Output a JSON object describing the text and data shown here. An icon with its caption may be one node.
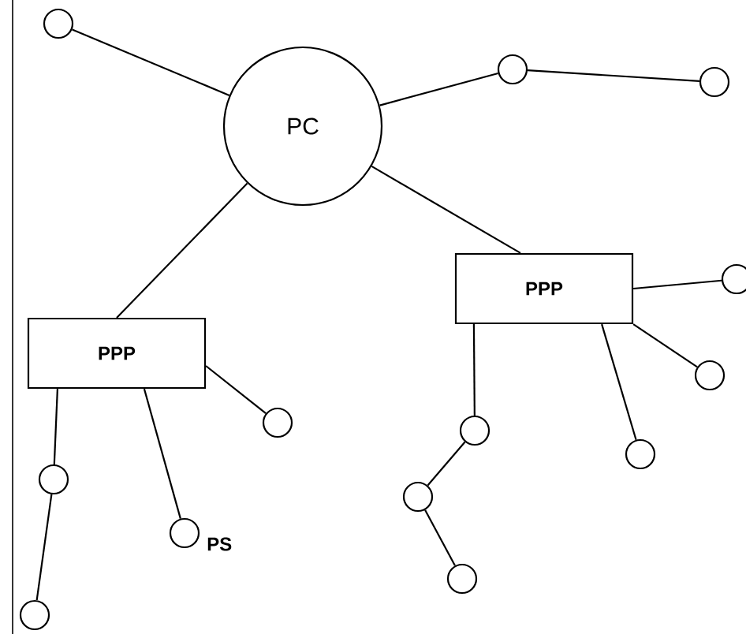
{
  "diagram": {
    "nodes": [
      {
        "text": [
          "PC"
        ]
      },
      {
        "text": [],
        "shape": "circle"
      },
      {
        "text": [],
        "shape": "circle"
      },
      {
        "text": [],
        "shape": "circle"
      },
      {
        "text": [
          "PPP"
        ]
      },
      {
        "text": [
          "PPP"
        ]
      },
      {
        "text": [],
        "shape": "circle"
      },
      {
        "text": [],
        "shape": "circle"
      },
      {
        "text": [],
        "shape": "circle"
      },
      {
        "text": [],
        "shape": "circle"
      },
      {
        "text": [],
        "shape": "circle",
        "beside": [
          "PS"
        ]
      },
      {
        "text": [],
        "shape": "circle"
      },
      {
        "text": [],
        "shape": "circle"
      },
      {
        "text": [],
        "shape": "circle"
      },
      {
        "text": [],
        "shape": "circle"
      },
      {
        "text": [],
        "shape": "circle"
      }
    ],
    "edges": [
      {
        "from": 1,
        "to": 0,
        "arrow": "none"
      },
      {
        "from": 0,
        "to": 2,
        "arrow": "none"
      },
      {
        "from": 2,
        "to": 3,
        "arrow": "none"
      },
      {
        "from": 0,
        "to": 4,
        "arrow": "none"
      },
      {
        "from": 0,
        "to": 5,
        "arrow": "none"
      },
      {
        "from": 5,
        "to": 6,
        "arrow": "none"
      },
      {
        "from": 5,
        "to": 11,
        "arrow": "none"
      },
      {
        "from": 5,
        "to": 12,
        "arrow": "none"
      },
      {
        "from": 5,
        "to": 13,
        "arrow": "none"
      },
      {
        "from": 13,
        "to": 14,
        "arrow": "none"
      },
      {
        "from": 14,
        "to": 15,
        "arrow": "none"
      },
      {
        "from": 4,
        "to": 7,
        "arrow": "none"
      },
      {
        "from": 4,
        "to": 8,
        "arrow": "none"
      },
      {
        "from": 8,
        "to": 9,
        "arrow": "none"
      },
      {
        "from": 4,
        "to": 10,
        "arrow": "none"
      }
    ]
  }
}
